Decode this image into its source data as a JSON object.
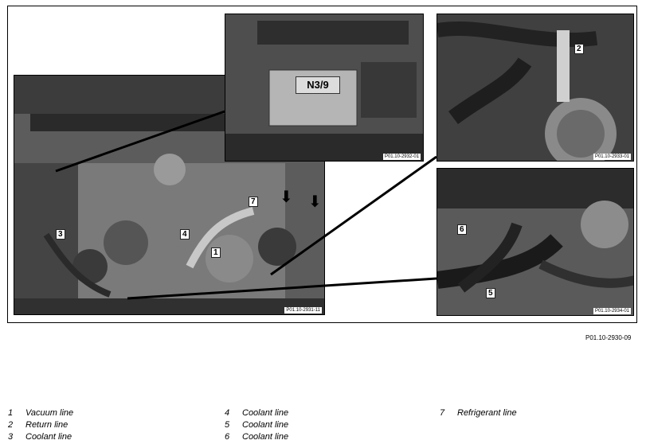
{
  "figure": {
    "overview_photo_code": "P01.10-2931-11",
    "inset_ecu_code": "P01.10-2932-01",
    "inset_return_code": "P01.10-2933-01",
    "inset_coolant_code": "P01.10-2934-01",
    "ecu_label": "N3/9",
    "figure_code": "P01.10-2930-09"
  },
  "callouts": {
    "c1": "1",
    "c2": "2",
    "c3": "3",
    "c4": "4",
    "c5": "5",
    "c6": "6",
    "c7": "7"
  },
  "legend": {
    "col1": [
      {
        "num": "1",
        "label": "Vacuum line"
      },
      {
        "num": "2",
        "label": "Return line"
      },
      {
        "num": "3",
        "label": "Coolant line"
      }
    ],
    "col2": [
      {
        "num": "4",
        "label": "Coolant line"
      },
      {
        "num": "5",
        "label": "Coolant line"
      },
      {
        "num": "6",
        "label": "Coolant line"
      }
    ],
    "col3": [
      {
        "num": "7",
        "label": "Refrigerant line"
      }
    ]
  }
}
